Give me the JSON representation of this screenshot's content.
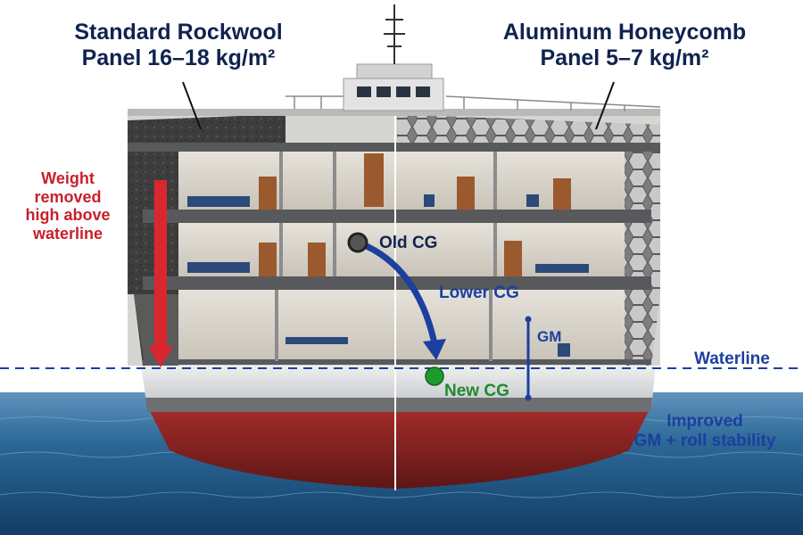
{
  "labels": {
    "left_title_line1": "Standard Rockwool",
    "left_title_line2": "Panel 16–18 kg/m²",
    "right_title_line1": "Aluminum Honeycomb",
    "right_title_line2": "Panel 5–7 kg/m²",
    "weight_line1": "Weight",
    "weight_line2": "removed",
    "weight_line3": "high above",
    "weight_line4": "waterline",
    "old_cg": "Old CG",
    "lower_cg": "Lower CG",
    "new_cg": "New CG",
    "gm": "GM",
    "waterline": "Waterline",
    "improved_line1": "Improved",
    "improved_line2": "GM + roll stability"
  },
  "colors": {
    "title_navy": "#10234f",
    "weight_red": "#c8202a",
    "cg_blue": "#1c3fa0",
    "new_cg_green": "#1e8a2c",
    "sea": "#1d5a8c",
    "hull_red": "#8a2424",
    "panel_rockwool": "#3c3c3c",
    "panel_honeycomb": "#8f8f8f"
  }
}
